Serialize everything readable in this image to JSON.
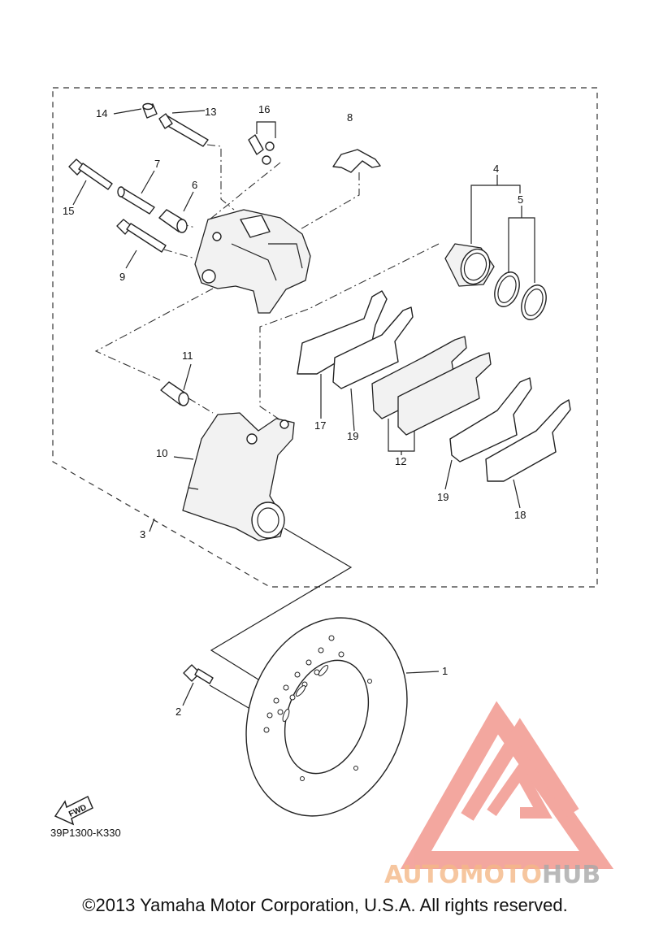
{
  "callouts": [
    {
      "id": "1",
      "text": "1"
    },
    {
      "id": "2",
      "text": "2"
    },
    {
      "id": "3",
      "text": "3"
    },
    {
      "id": "4",
      "text": "4"
    },
    {
      "id": "5",
      "text": "5"
    },
    {
      "id": "6",
      "text": "6"
    },
    {
      "id": "7",
      "text": "7"
    },
    {
      "id": "8",
      "text": "8"
    },
    {
      "id": "9",
      "text": "9"
    },
    {
      "id": "10",
      "text": "10"
    },
    {
      "id": "11",
      "text": "11"
    },
    {
      "id": "12",
      "text": "12"
    },
    {
      "id": "13",
      "text": "13"
    },
    {
      "id": "14",
      "text": "14"
    },
    {
      "id": "15",
      "text": "15"
    },
    {
      "id": "16",
      "text": "16"
    },
    {
      "id": "17",
      "text": "17"
    },
    {
      "id": "18",
      "text": "18"
    },
    {
      "id": "19a",
      "text": "19"
    },
    {
      "id": "19b",
      "text": "19"
    }
  ],
  "fwd_label": "FWD",
  "diagram_code": "39P1300-K330",
  "watermark": {
    "part1": "AUTOMOTO",
    "part2": "HUB",
    "color_part1": "#f5b888",
    "color_part2": "#a8a8a8",
    "logo_color": "#f08a80"
  },
  "copyright": "©2013 Yamaha Motor Corporation, U.S.A. All rights reserved."
}
